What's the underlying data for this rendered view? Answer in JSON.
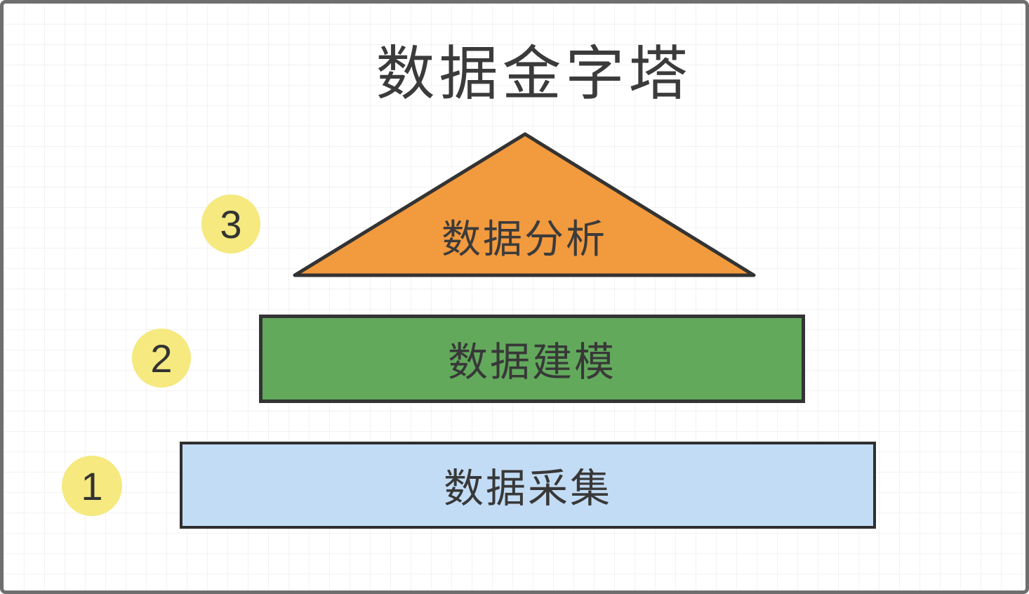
{
  "title": "数据金字塔",
  "pyramid": {
    "levels": [
      {
        "number": "3",
        "label": "数据分析",
        "shape": "triangle",
        "fill_color": "#F29A3E"
      },
      {
        "number": "2",
        "label": "数据建模",
        "shape": "bar",
        "fill_color": "#62A95C"
      },
      {
        "number": "1",
        "label": "数据采集",
        "shape": "bar",
        "fill_color": "#C3DCF5"
      }
    ],
    "badge_fill_color": "#F5E97F",
    "shape_stroke_color": "#333333",
    "canvas_border_color": "#6E6E6E",
    "text_color": "#3B3B3B"
  }
}
